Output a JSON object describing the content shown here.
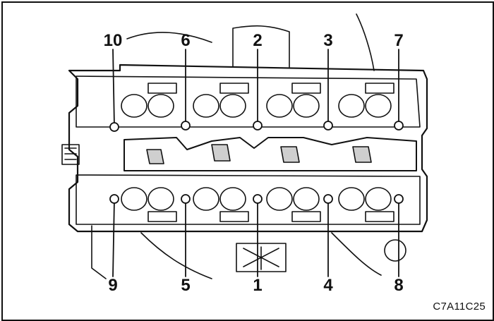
{
  "figure_code": "C7A11C25",
  "bolt_labels_top": [
    "10",
    "6",
    "2",
    "3",
    "7"
  ],
  "bolt_labels_bottom": [
    "9",
    "5",
    "1",
    "4",
    "8"
  ],
  "colors": {
    "line": "#111111",
    "shade": "#cfcfcf",
    "background": "#ffffff"
  }
}
